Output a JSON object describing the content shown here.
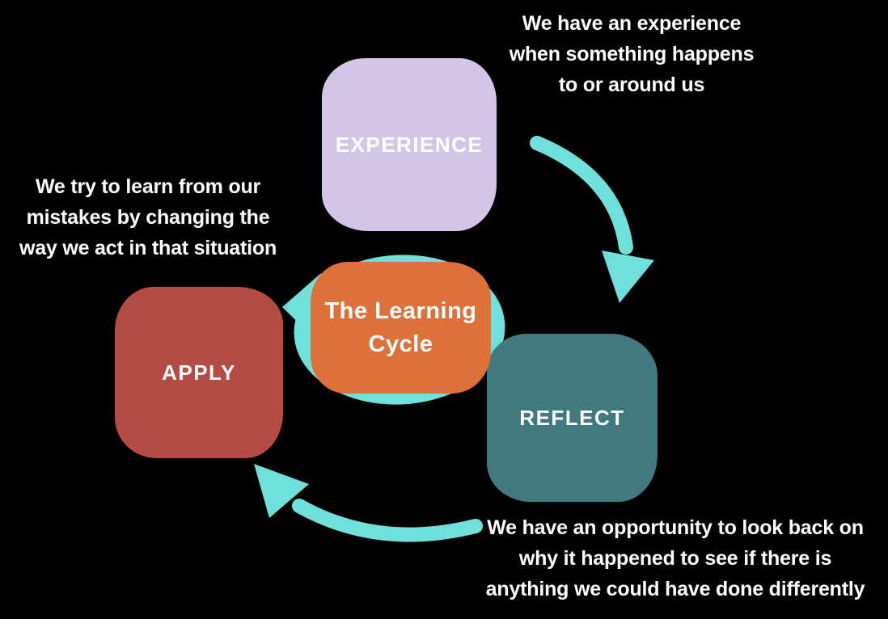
{
  "diagram": {
    "title": "The Learning Cycle"
  },
  "nodes": {
    "experience": {
      "label": "EXPERIENCE"
    },
    "reflect": {
      "label": "REFLECT"
    },
    "apply": {
      "label": "APPLY"
    },
    "center": {
      "line1": "The Learning",
      "line2": "Cycle"
    }
  },
  "annotations": {
    "experience": {
      "line1": "We have an experience",
      "line2": "when something happens",
      "line3": "to or around us"
    },
    "reflect": {
      "line1": "We have an opportunity to look back on",
      "line2": "why it happened to see if there is",
      "line3": "anything we could have done differently"
    },
    "apply": {
      "line1": "We try to learn from our",
      "line2": "mistakes by changing the",
      "line3": "way we act in that situation"
    }
  },
  "icons": {
    "cycle_ring": "cycle-ring-arrow-icon",
    "experience_to_reflect": "curved-arrow-down-right-icon",
    "reflect_to_apply": "curved-arrow-up-left-icon"
  },
  "colors": {
    "background": "#000000",
    "experience_box": "#d3c5e8",
    "apply_box": "#b44b44",
    "reflect_box": "#40797f",
    "center_box": "#de7139",
    "arrow": "#70e0da",
    "text": "#ffffff"
  }
}
